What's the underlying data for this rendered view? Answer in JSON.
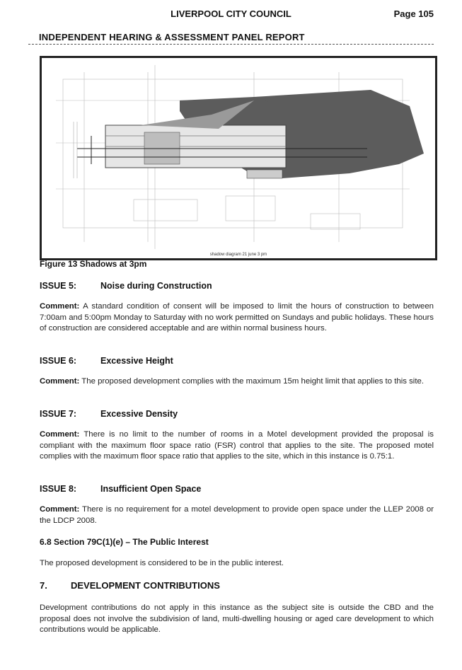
{
  "header": {
    "council": "LIVERPOOL CITY COUNCIL",
    "page": "Page 105",
    "report_title": "INDEPENDENT HEARING & ASSESSMENT PANEL REPORT"
  },
  "figure": {
    "inner_caption": "shadow diagram 21 june 3 pm",
    "caption": "Figure 13 Shadows at 3pm"
  },
  "issues": [
    {
      "number": "ISSUE 5:",
      "title": "Noise during Construction",
      "comment_label": "Comment:",
      "comment": "A standard condition of consent will be imposed to limit the hours of construction to between 7:00am and 5:00pm Monday to Saturday with no work permitted on Sundays and public holidays. These hours of construction are considered acceptable and are within normal business hours."
    },
    {
      "number": "ISSUE 6:",
      "title": "Excessive Height",
      "comment_label": "Comment:",
      "comment": "The proposed development complies with the maximum 15m height limit that applies to this site."
    },
    {
      "number": "ISSUE 7:",
      "title": "Excessive Density",
      "comment_label": "Comment:",
      "comment": "There is no limit to the number of rooms in a Motel development provided the proposal is compliant with the maximum floor space ratio (FSR) control that applies to the site. The proposed motel complies with the maximum floor space ratio that applies to the site, which in this instance is 0.75:1."
    },
    {
      "number": "ISSUE 8:",
      "title": "Insufficient Open Space",
      "comment_label": "Comment:",
      "comment": "There is no requirement for a motel development to provide open space under the LLEP 2008 or the LDCP 2008."
    }
  ],
  "public_interest": {
    "heading": "6.8 Section 79C(1)(e) – The Public Interest",
    "text": "The proposed development is considered to be in the public interest."
  },
  "contributions": {
    "number": "7.",
    "heading": "DEVELOPMENT CONTRIBUTIONS",
    "text": "Development contributions do not apply in this instance as the subject site is outside the CBD and the proposal does not involve the subdivision of land, multi-dwelling housing or aged care development to which contributions would be applicable."
  }
}
